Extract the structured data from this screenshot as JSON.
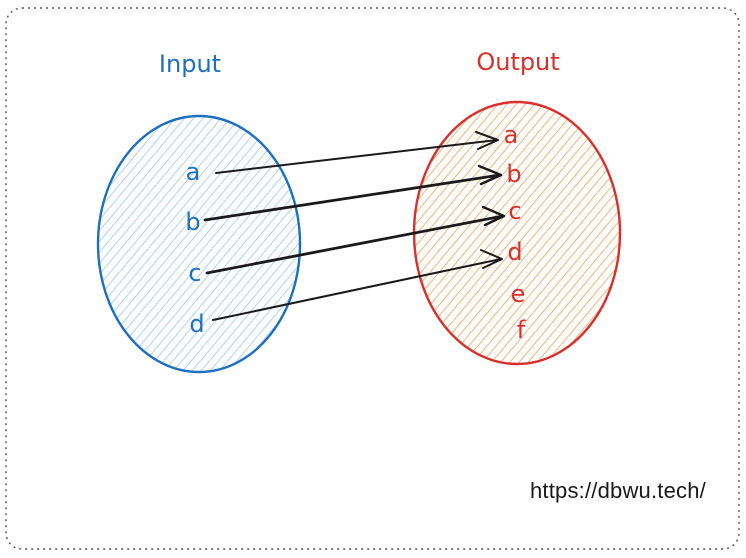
{
  "input_set": {
    "label": "Input",
    "items": [
      "a",
      "b",
      "c",
      "d"
    ],
    "color": "#1e6fc0",
    "fill": "#9ec8ee"
  },
  "output_set": {
    "label": "Output",
    "items": [
      "a",
      "b",
      "c",
      "d",
      "e",
      "f"
    ],
    "color": "#d9302c",
    "fill": "#f4a259"
  },
  "mappings": [
    {
      "from": "a",
      "to": "a"
    },
    {
      "from": "b",
      "to": "b"
    },
    {
      "from": "c",
      "to": "c"
    },
    {
      "from": "d",
      "to": "d"
    }
  ],
  "footer": {
    "url": "https://dbwu.tech/"
  }
}
